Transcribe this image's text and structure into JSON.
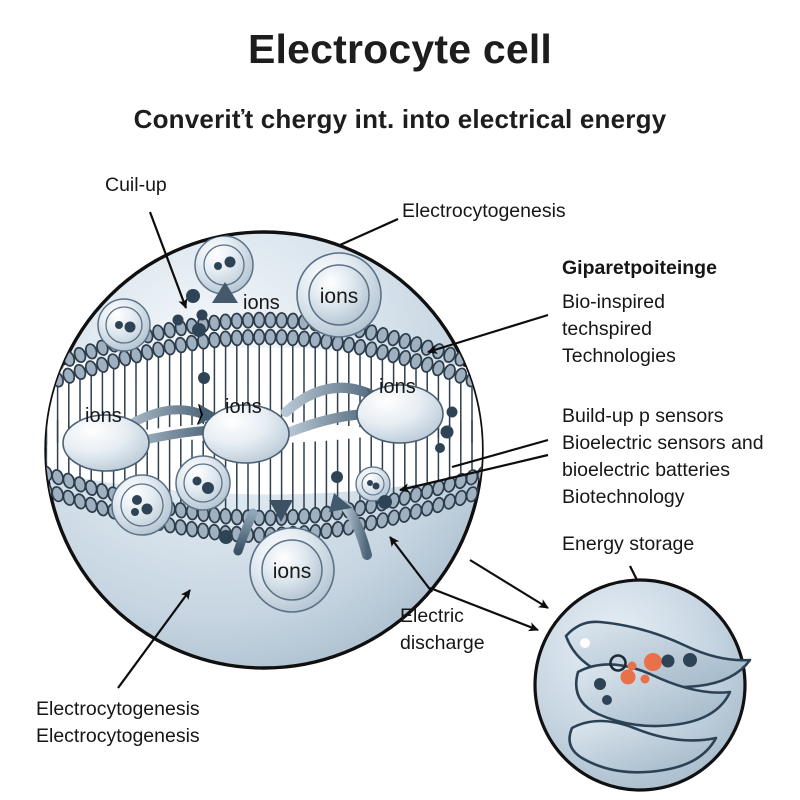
{
  "header": {
    "title": "Electrocyte cell",
    "subtitle": "Converiťt chergy int. into electrical energy"
  },
  "labels": {
    "coil_up": "Cuil-up",
    "electrocytogenesis_top": "Electrocytogenesis",
    "right_heading": "Giparetpoiteinge",
    "right_block_1": "Bio-inspired\ntechspired\nTechnologies",
    "right_block_2": "Build-up p sensors\nBioelectric sensors and\nbioelectric batteries\nBiotechnology",
    "energy_storage": "Energy storage",
    "electric_discharge": "Electric\ndischarge",
    "bottom_left": "Electrocytogenesis\nElectrocytogenesis"
  },
  "cell": {
    "ion_arrow_label": "ions",
    "vesicle_label": "ions",
    "membrane_ions": [
      "ions",
      "ions",
      "ions"
    ],
    "upper_vesicle_label": "ions",
    "lower_vesicle_label": "ions"
  },
  "colors": {
    "cell_fill_light": "#f2f6f9",
    "cell_fill_mid": "#ccd8e4",
    "cell_fill_deep": "#a8bccd",
    "cell_stroke": "#111111",
    "membrane_head": "#9fb0c0",
    "membrane_head_stroke": "#2b3b49",
    "membrane_tail": "#3d4f5e",
    "arrow_blue": "#5b7governed",
    "ion_dot": "#2e4456",
    "accent_orange": "#e8714a",
    "text": "#161616",
    "inset_fill": "#c3d2df",
    "fish_stroke": "#2b4256"
  },
  "inset": {
    "subject": "electric-eel"
  }
}
